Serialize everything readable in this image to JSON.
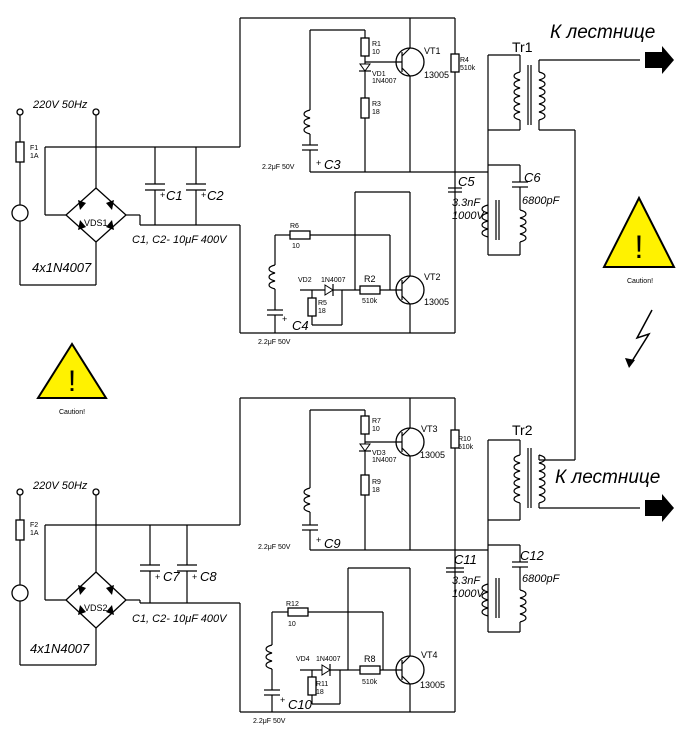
{
  "warning": {
    "symbol": "!",
    "caption": "Caution!",
    "fill": "#fff200"
  },
  "top": {
    "mains": "220V 50Hz",
    "fuse": {
      "ref": "F1",
      "value": "1A"
    },
    "bridge": {
      "ref": "VDS1",
      "diodes": "4x1N4007"
    },
    "cap_note": "C1, C2- 10μF 400V",
    "c1": "C1",
    "c2": "C2",
    "r1": {
      "ref": "R1",
      "value": "10"
    },
    "vd1": {
      "ref": "VD1",
      "value": "1N4007"
    },
    "r3": {
      "ref": "R3",
      "value": "18"
    },
    "r4": {
      "ref": "R4",
      "value": "510k"
    },
    "vt1": {
      "ref": "VT1",
      "value": "13005"
    },
    "c3": {
      "ref": "C3",
      "value": "2.2μF 50V"
    },
    "c5": {
      "ref": "C5",
      "value": "3.3nF",
      "rating": "1000V"
    },
    "c6": {
      "ref": "C6",
      "value": "6800pF"
    },
    "tr": "Tr1",
    "output": "К лестнице",
    "r6": {
      "ref": "R6",
      "value": "10"
    },
    "vd2": {
      "ref": "VD2",
      "value": "1N4007"
    },
    "r2": {
      "ref": "R2",
      "value": "510k"
    },
    "r5": {
      "ref": "R5",
      "value": "18"
    },
    "c4": {
      "ref": "C4",
      "value": "2.2μF 50V"
    },
    "vt2": {
      "ref": "VT2",
      "value": "13005"
    }
  },
  "bottom": {
    "mains": "220V 50Hz",
    "fuse": {
      "ref": "F2",
      "value": "1A"
    },
    "bridge": {
      "ref": "VDS2",
      "diodes": "4x1N4007"
    },
    "cap_note": "C1, C2- 10μF 400V",
    "c7": "C7",
    "c8": "C8",
    "r7": {
      "ref": "R7",
      "value": "10"
    },
    "vd3": {
      "ref": "VD3",
      "value": "1N4007"
    },
    "r9": {
      "ref": "R9",
      "value": "18"
    },
    "r10": {
      "ref": "R10",
      "value": "510k"
    },
    "vt3": {
      "ref": "VT3",
      "value": "13005"
    },
    "c9": {
      "ref": "C9",
      "value": "2.2μF 50V"
    },
    "c11": {
      "ref": "C11",
      "value": "3.3nF",
      "rating": "1000V"
    },
    "c12": {
      "ref": "C12",
      "value": "6800pF"
    },
    "tr": "Tr2",
    "output": "К лестнице",
    "r12": {
      "ref": "R12",
      "value": "10"
    },
    "vd4": {
      "ref": "VD4",
      "value": "1N4007"
    },
    "r8": {
      "ref": "R8",
      "value": "510k"
    },
    "r11": {
      "ref": "R11",
      "value": "18"
    },
    "c10": {
      "ref": "C10",
      "value": "2.2μF 50V"
    },
    "vt4": {
      "ref": "VT4",
      "value": "13005"
    }
  }
}
